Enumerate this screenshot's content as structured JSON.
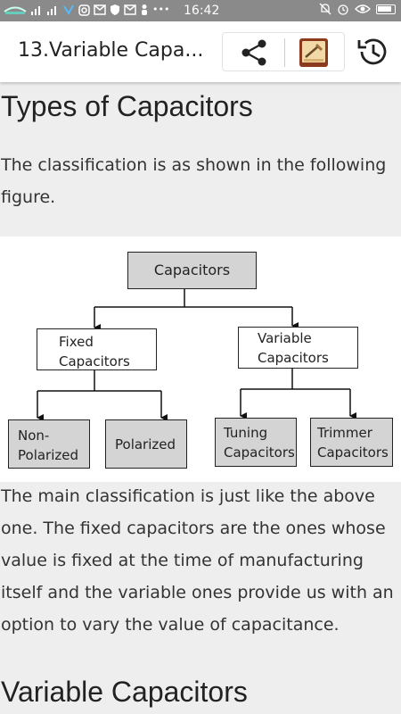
{
  "status_bar": {
    "time": "16:42",
    "left_icons": [
      "network-icon",
      "signal-icon",
      "signal-icon",
      "twitter-icon",
      "instagram-icon",
      "mail-icon",
      "shield-icon",
      "mail-icon",
      "person-icon",
      "more-icon"
    ],
    "right_icons": [
      "silent-icon",
      "alarm-icon",
      "eye-icon",
      "battery-icon"
    ]
  },
  "app_bar": {
    "title": "13.Variable Capa...",
    "share_icon": "share-icon",
    "book_icon": "book-icon",
    "history_icon": "history-icon"
  },
  "content": {
    "heading1": "Types of Capacitors",
    "para1_line1": "The classification is as shown in the following",
    "para1_line2": "figure.",
    "diagram": {
      "root": "Capacitors",
      "fixed_line1": "Fixed",
      "fixed_line2": "Capacitors",
      "variable_line1": "Variable",
      "variable_line2": "Capacitors",
      "nonpolarized_line1": "Non-",
      "nonpolarized_line2": "Polarized",
      "polarized": "Polarized",
      "tuning_line1": "Tuning",
      "tuning_line2": "Capacitors",
      "trimmer_line1": "Trimmer",
      "trimmer_line2": "Capacitors"
    },
    "para2_lines": [
      "The main classification is just like the above",
      "one. The fixed capacitors are the ones whose",
      "value is fixed at the time of manufacturing",
      "itself and the variable ones provide us with an",
      "option to vary the value of capacitance."
    ],
    "heading2": "Variable Capacitors"
  },
  "colors": {
    "status_bar": "#8a8a8a",
    "app_bar": "#ffffff",
    "page_background": "#eeeeee",
    "diagram_box_fill": "#d4d4d4",
    "book_icon_brown": "#8b3a1e"
  }
}
